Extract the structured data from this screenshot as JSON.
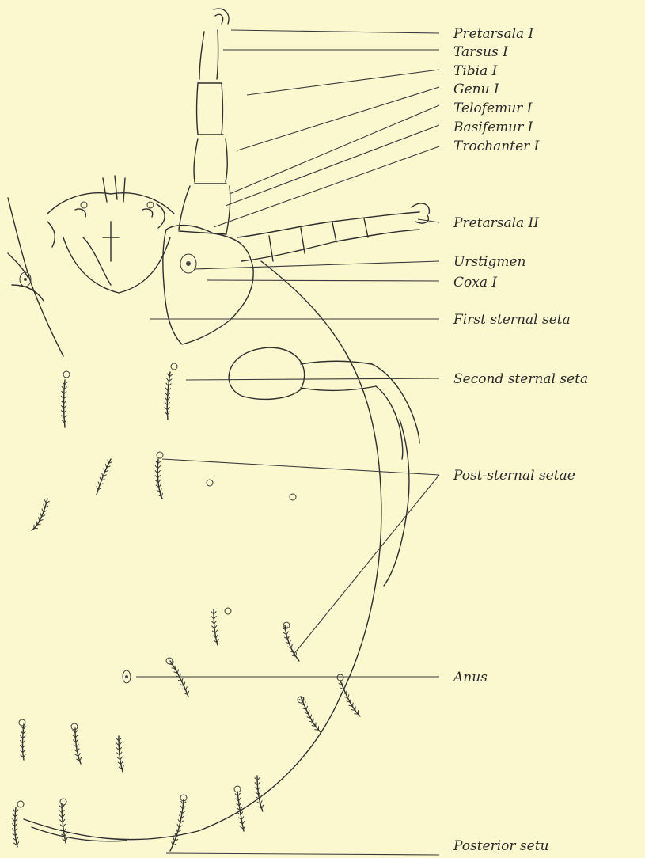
{
  "labels": {
    "pretarsala_1": "Pretarsala I",
    "tarsus_1": "Tarsus I",
    "tibia_1": "Tibia I",
    "genu_1": "Genu I",
    "telofemur_1": "Telofemur I",
    "basifemur_1": "Basifemur I",
    "trochanter_1": "Trochanter I",
    "pretarsala_2": "Pretarsala II",
    "urstigmen": "Urstigmen",
    "coxa_1": "Coxa I",
    "first_sternal_seta": "First sternal seta",
    "second_sternal_seta": "Second sternal seta",
    "post_sternal_setae": "Post-sternal setae",
    "anus": "Anus",
    "posterior_seta": "Posterior setu"
  },
  "colors": {
    "paper": "#fbf7cf",
    "ink": "#2f2f2f"
  }
}
